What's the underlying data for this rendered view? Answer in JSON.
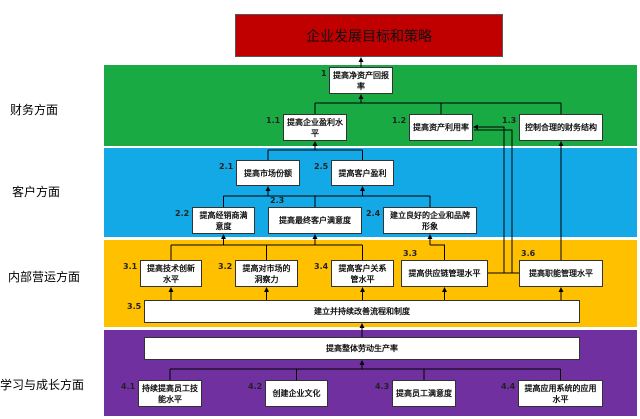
{
  "title": "企业发展目标和策略",
  "colors": {
    "title_bg": "#c00000",
    "finance": "#1aaa44",
    "customer": "#12a9e6",
    "internal": "#ffc000",
    "learning": "#7030a0"
  },
  "perspectives": [
    "财务方面",
    "客户方面",
    "内部营运方面",
    "学习与成长方面"
  ],
  "nodes": {
    "n1": {
      "num": "1",
      "label": "提高净资产回报率"
    },
    "n11": {
      "num": "1.1",
      "label": "提高企业盈利水平"
    },
    "n12": {
      "num": "1.2",
      "label": "提高资产利用率"
    },
    "n13": {
      "num": "1.3",
      "label": "控制合理的财务结构"
    },
    "n21": {
      "num": "2.1",
      "label": "提高市场份额"
    },
    "n25": {
      "num": "2.5",
      "label": "提高客户盈利"
    },
    "n22": {
      "num": "2.2",
      "label": "提高经销商满意度"
    },
    "n23": {
      "num": "2.3",
      "label": "提高最终客户满意度"
    },
    "n24": {
      "num": "2.4",
      "label": "建立良好的企业和品牌形象"
    },
    "n31": {
      "num": "3.1",
      "label": "提高技术创新水平"
    },
    "n32": {
      "num": "3.2",
      "label": "提高对市场的洞察力"
    },
    "n34": {
      "num": "3.4",
      "label": "提高客户关系管水平"
    },
    "n33": {
      "num": "3.3",
      "label": "提高供应链管理水平"
    },
    "n36": {
      "num": "3.6",
      "label": "提高职能管理水平"
    },
    "n35": {
      "num": "3.5",
      "label": "建立并持续改善流程和制度"
    },
    "n40": {
      "num": "",
      "label": "提高整体劳动生产率"
    },
    "n41": {
      "num": "4.1",
      "label": "持续提高员工技能水平"
    },
    "n42": {
      "num": "4.2",
      "label": "创建企业文化"
    },
    "n43": {
      "num": "4.3",
      "label": "提高员工满意度"
    },
    "n44": {
      "num": "4.4",
      "label": "提高应用系统的应用水平"
    }
  }
}
